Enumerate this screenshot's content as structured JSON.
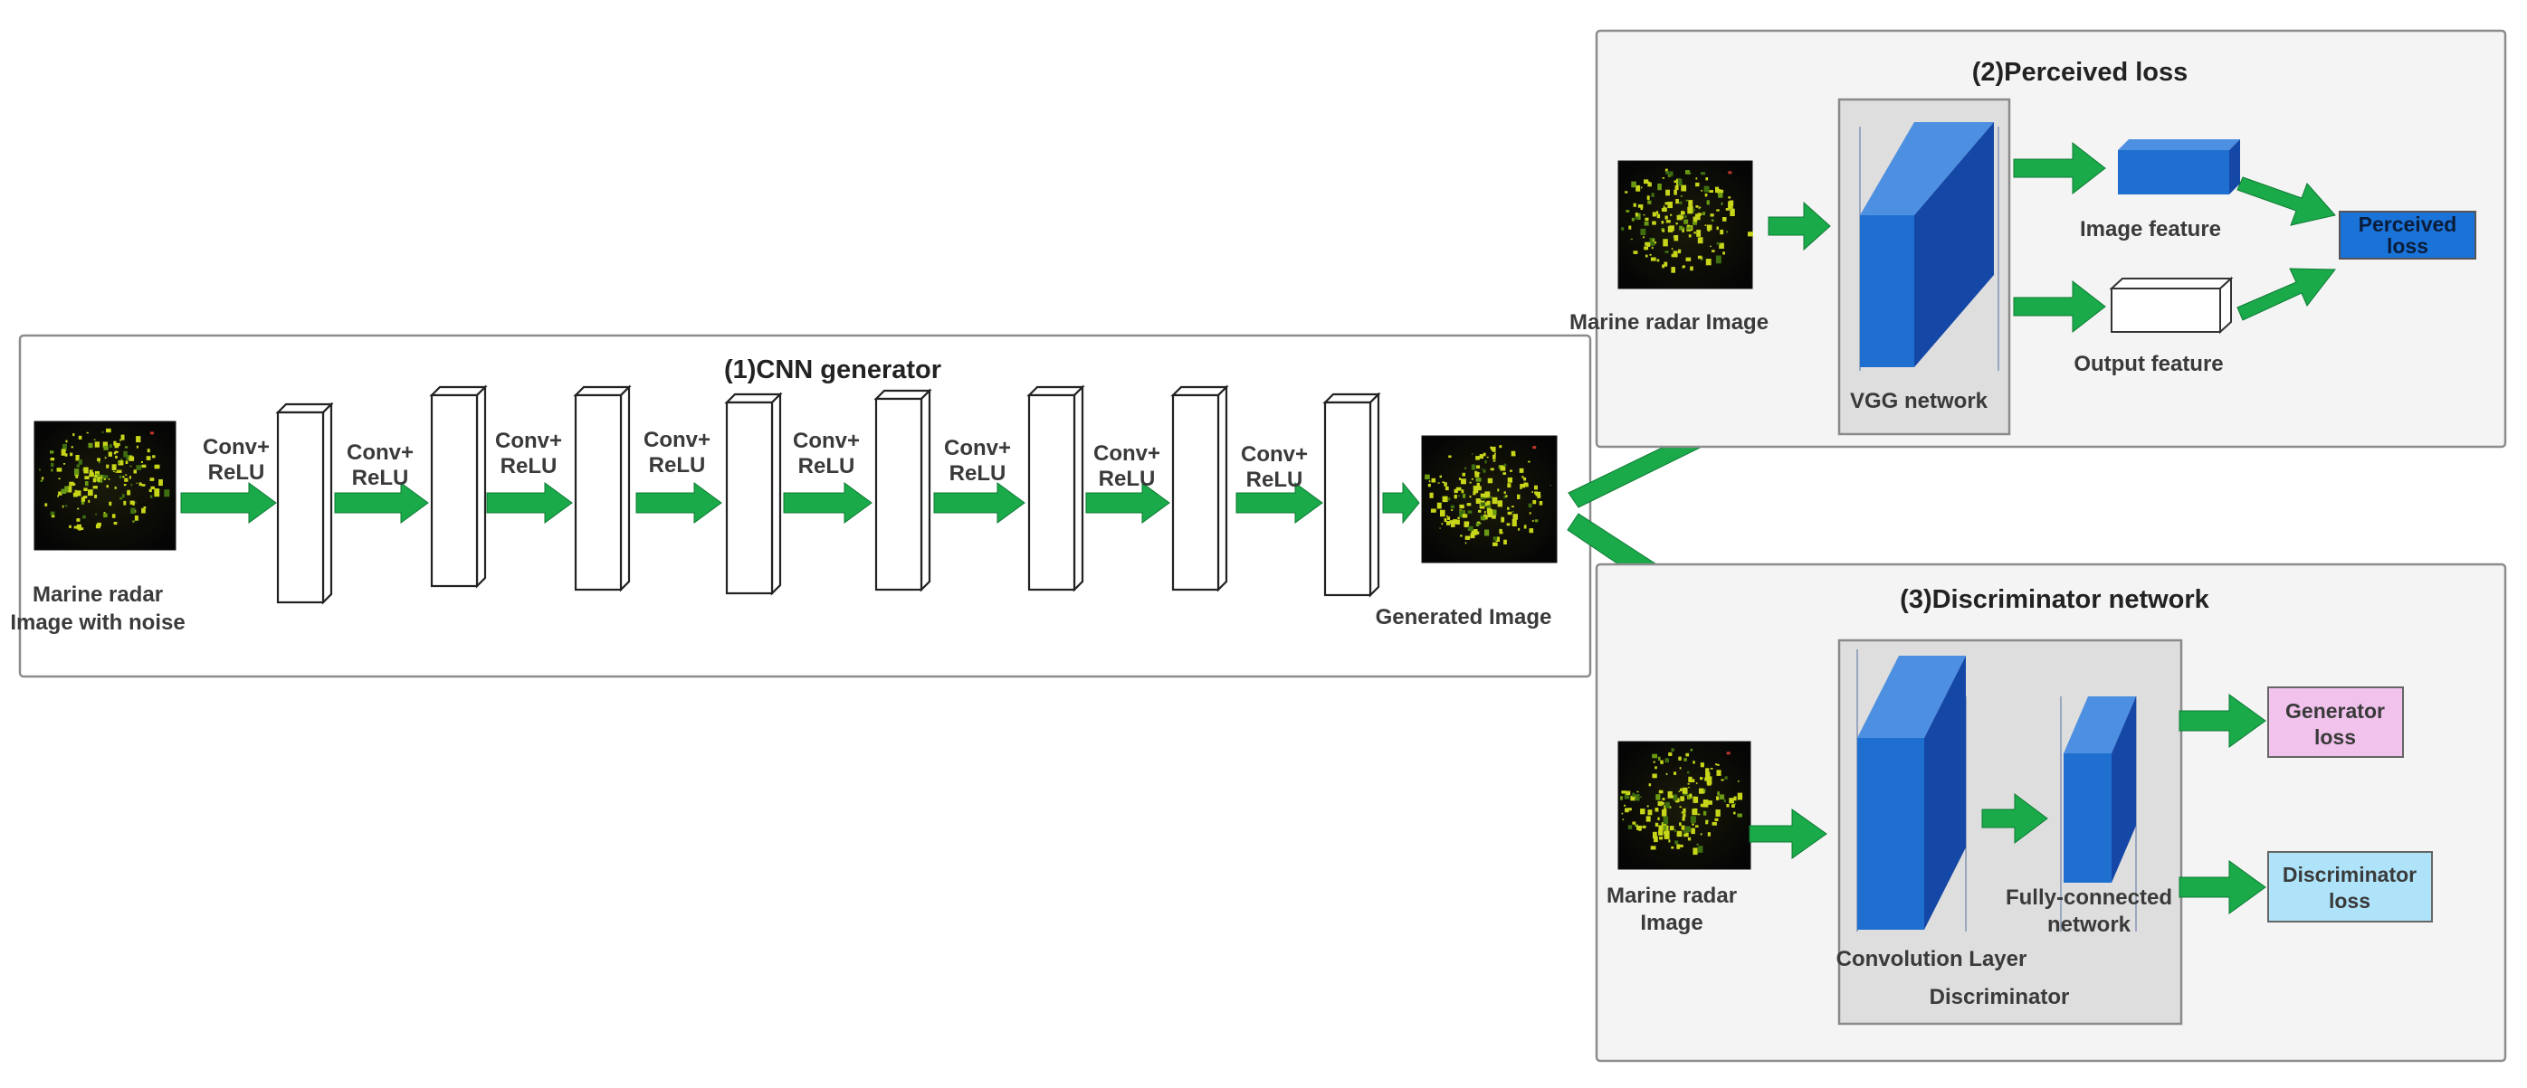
{
  "cnn_generator": {
    "title": "(1)CNN generator",
    "input_label_line1": "Marine radar",
    "input_label_line2": "Image with noise",
    "layer_label_line1": "Conv+",
    "layer_label_line2": "ReLU",
    "output_label": "Generated Image"
  },
  "perceived_loss": {
    "title": "(2)Perceived loss",
    "input_label": "Marine radar Image",
    "network_label": "VGG network",
    "image_feature_label": "Image feature",
    "output_feature_label": "Output feature",
    "loss_line1": "Perceived",
    "loss_line2": "loss"
  },
  "discriminator_network": {
    "title": "(3)Discriminator network",
    "input_label_line1": "Marine radar",
    "input_label_line2": "Image",
    "conv_label": "Convolution Layer",
    "fc_label_line1": "Fully-connected",
    "fc_label_line2": "network",
    "container_label": "Discriminator",
    "generator_loss_line1": "Generator",
    "generator_loss_line2": "loss",
    "discriminator_loss_line1": "Discriminator",
    "discriminator_loss_line2": "loss"
  },
  "colors": {
    "arrow_green": "#1aaa4a",
    "network_blue": "#1f6fd1",
    "perceived_loss_fill": "#1a73d9",
    "generator_loss_fill": "#f0c2ec",
    "discriminator_loss_fill": "#aee3f9",
    "panel_fill": "#f4f4f4",
    "inner_panel_fill": "#dedede"
  }
}
